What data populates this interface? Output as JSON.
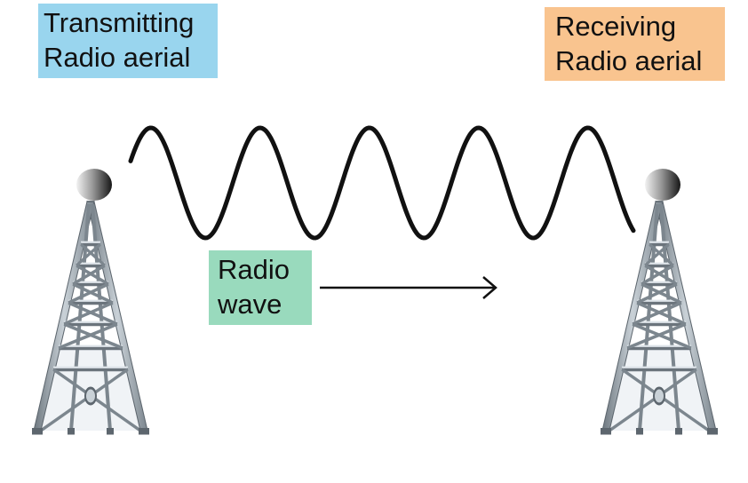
{
  "labels": {
    "transmitting": {
      "line1": "Transmitting",
      "line2": "Radio aerial",
      "color": "#99d5ee"
    },
    "receiving": {
      "line1": "Receiving",
      "line2": "Radio aerial",
      "color": "#f9c48f"
    },
    "wave": {
      "line1": "Radio",
      "line2": "wave",
      "color": "#99dabd"
    }
  },
  "colors": {
    "wave_line": "#111111",
    "arrow": "#111111",
    "tower_steel": "#8a949c",
    "tower_light": "#dfe5ea",
    "tower_shadow": "#5d666e",
    "dish_dark": "#1c1c1c",
    "dish_light": "#e8e8e8"
  },
  "icons": {
    "transmitter": "radio-tower-icon",
    "receiver": "radio-tower-icon",
    "direction": "arrow-right-icon"
  }
}
